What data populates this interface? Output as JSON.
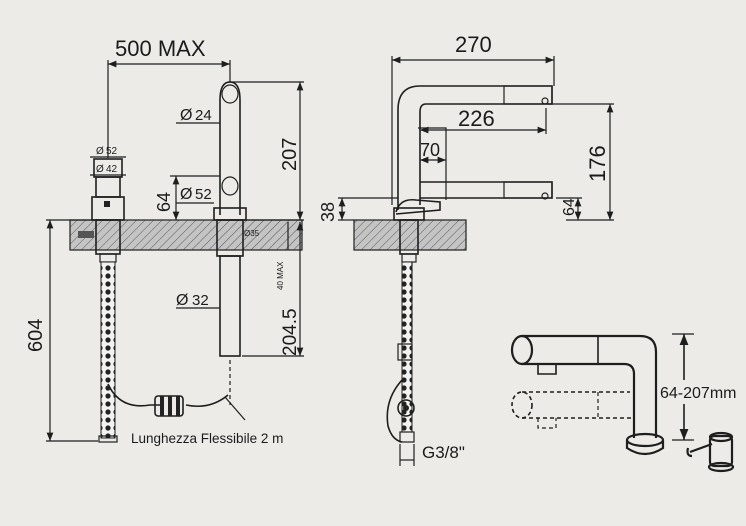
{
  "dimensions": {
    "reach_max": "500 MAX",
    "diam_24": "24",
    "diam_52_top": "52",
    "diam_42": "42",
    "diam_52_mid": "52",
    "diam_35": "Ø35",
    "diam_32": "32",
    "dim_207": "207",
    "dim_64_left": "64",
    "dim_604": "604",
    "dim_40max": "40 MAX",
    "dim_204_5": "204.5",
    "dim_270": "270",
    "dim_226": "226",
    "dim_70": "70",
    "dim_176": "176",
    "dim_38": "38",
    "dim_64_right": "64",
    "thread": "G3/8\"",
    "range": "64-207mm"
  },
  "caption": "Lunghezza Flessibile 2 m",
  "symbols": {
    "diameter": "Ø"
  },
  "colors": {
    "background": "#ecebe8",
    "line": "#1e1e1e",
    "section_fill": "#bdbdbd"
  }
}
